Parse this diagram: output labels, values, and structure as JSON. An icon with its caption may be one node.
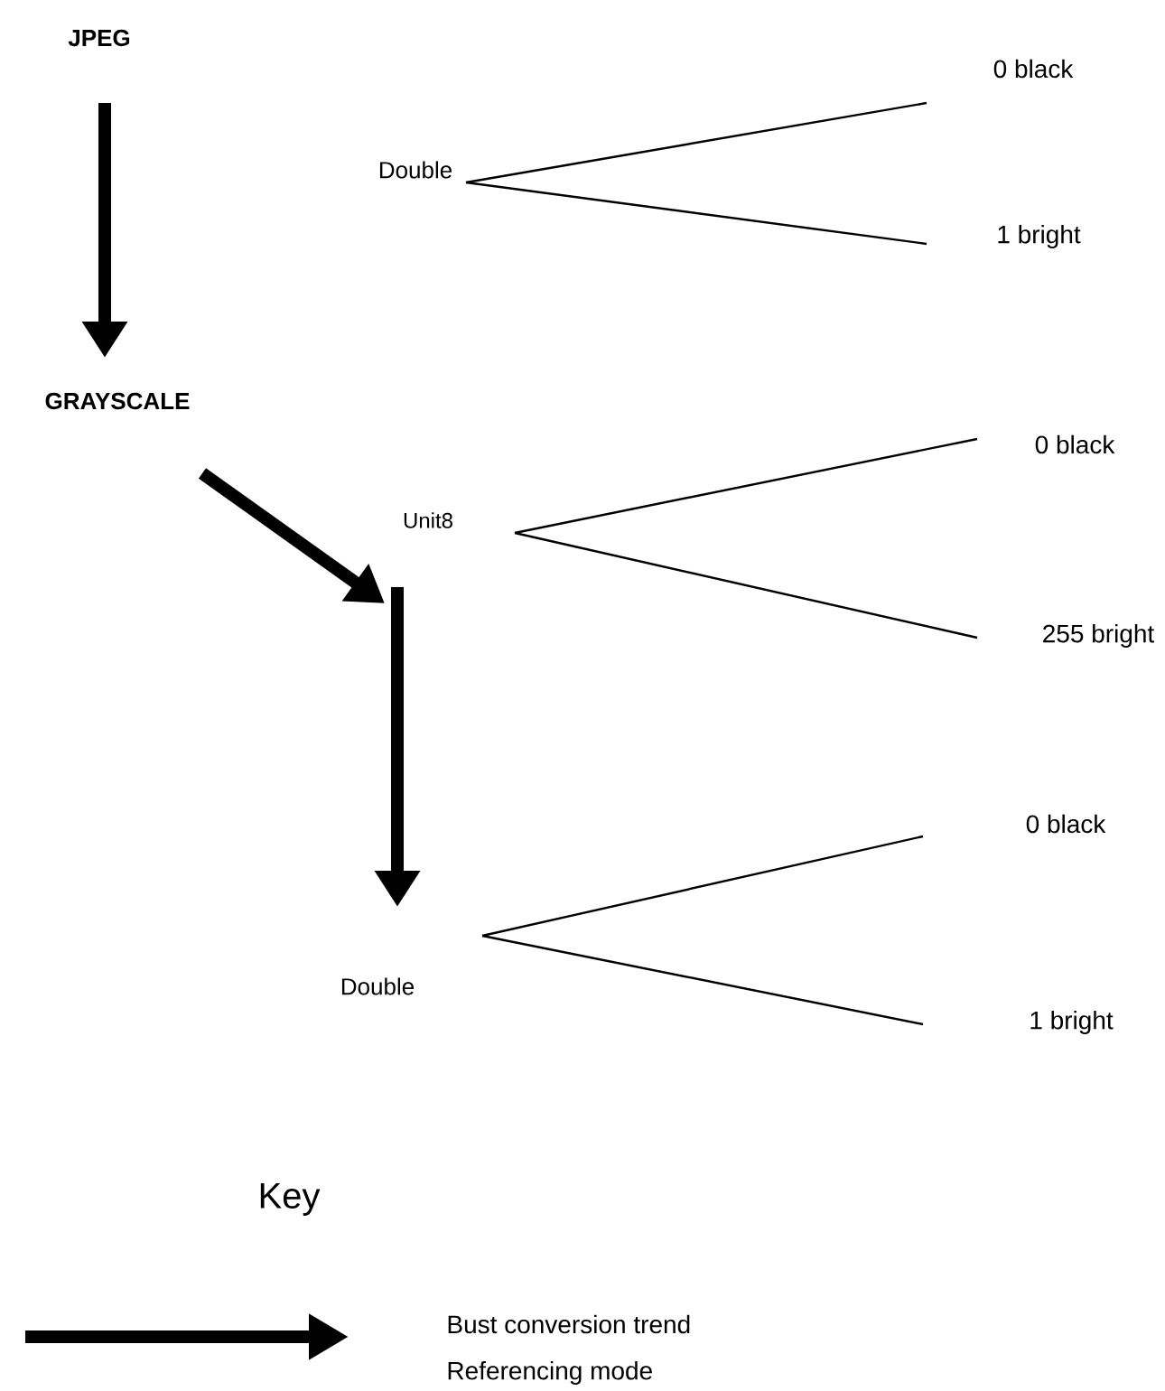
{
  "diagram": {
    "nodes": [
      {
        "text": [
          "JPEG"
        ]
      },
      {
        "text": [
          "GRAYSCALE"
        ]
      },
      {
        "text": [
          "Double"
        ]
      },
      {
        "text": [
          "0 black"
        ]
      },
      {
        "text": [
          "1 bright"
        ]
      },
      {
        "text": [
          "Unit8"
        ]
      },
      {
        "text": [
          "0 black"
        ]
      },
      {
        "text": [
          "255 bright"
        ]
      },
      {
        "text": [
          "Double"
        ]
      },
      {
        "text": [
          "0 black"
        ]
      },
      {
        "text": [
          "1 bright"
        ]
      }
    ],
    "edges": [
      {
        "from": 0,
        "to": 1,
        "arrow": "to",
        "style": "thick"
      },
      {
        "from": 1,
        "to": 5,
        "arrow": "to",
        "style": "thick"
      },
      {
        "from": 5,
        "to": 8,
        "arrow": "to",
        "style": "thick"
      },
      {
        "from": 2,
        "to": 3,
        "arrow": "none"
      },
      {
        "from": 2,
        "to": 4,
        "arrow": "none"
      },
      {
        "from": 5,
        "to": 6,
        "arrow": "none"
      },
      {
        "from": 5,
        "to": 7,
        "arrow": "none"
      },
      {
        "from": 8,
        "to": 9,
        "arrow": "none"
      },
      {
        "from": 8,
        "to": 10,
        "arrow": "none"
      }
    ],
    "labels": [
      "Key"
    ],
    "legend": [
      {
        "text": "Bust conversion trend"
      },
      {
        "text": "Referencing mode"
      }
    ]
  }
}
